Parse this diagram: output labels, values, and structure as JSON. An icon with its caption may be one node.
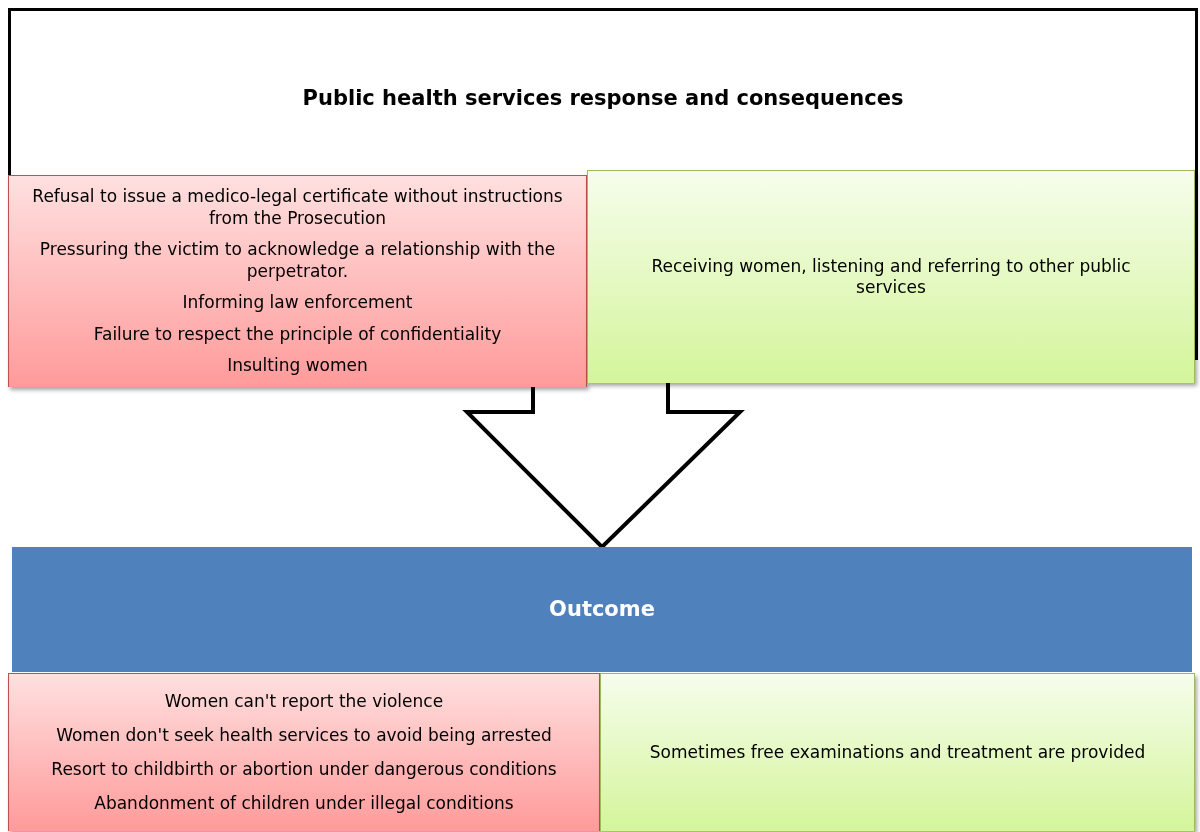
{
  "diagram": {
    "nodes": [
      {
        "text": [
          "Public health services response and consequences"
        ]
      },
      {
        "text": [
          "Refusal to issue a medico-legal certificate without instructions from the Prosecution",
          "Pressuring the victim to acknowledge a relationship with the perpetrator.",
          "Informing law enforcement",
          "Failure to respect the principle of confidentiality",
          "Insulting women"
        ]
      },
      {
        "text": [
          "Receiving women, listening and referring to other public services"
        ]
      },
      {
        "text": [
          "Outcome"
        ]
      },
      {
        "text": [
          "Women can't report the violence",
          "Women don't seek health services to avoid being arrested",
          "Resort to childbirth or abortion under dangerous conditions",
          "Abandonment of children under illegal conditions"
        ]
      },
      {
        "text": [
          "Sometimes free examinations and treatment are provided"
        ]
      }
    ],
    "edges": [
      {
        "from": 1,
        "to": 3,
        "arrow": "to"
      },
      {
        "from": 2,
        "to": 3,
        "arrow": "to"
      }
    ]
  }
}
